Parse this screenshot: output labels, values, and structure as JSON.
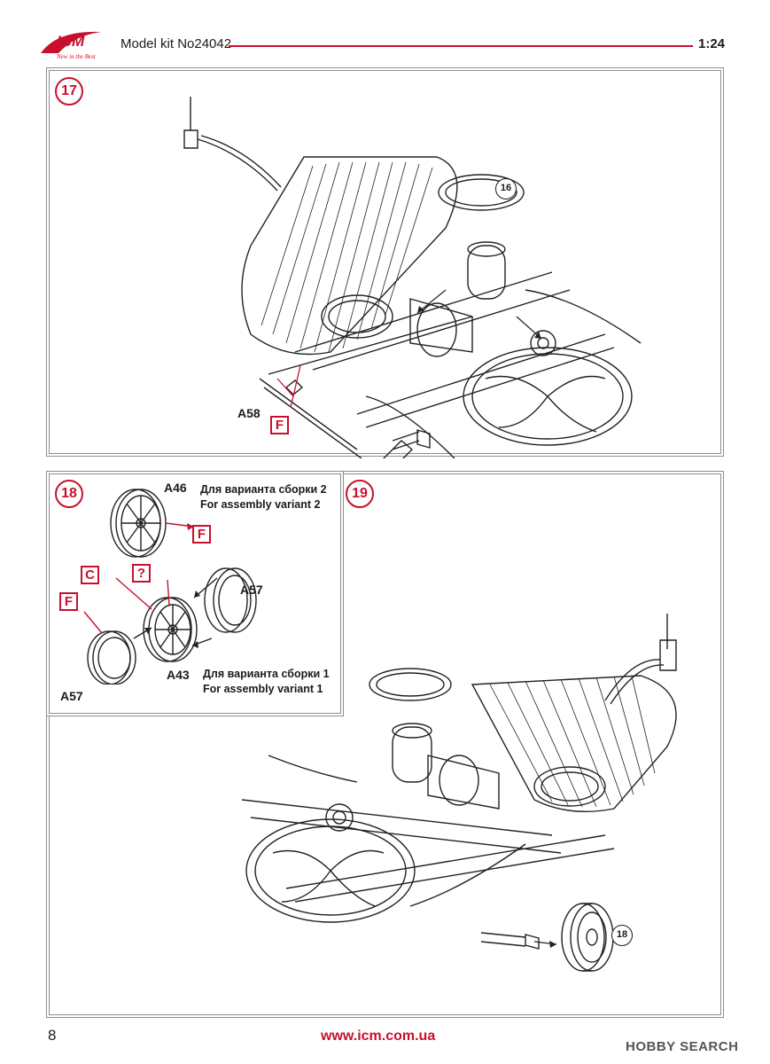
{
  "header": {
    "logo_text": "ICM",
    "logo_slogan": "New in the Best",
    "kit_title": "Model kit No24042",
    "scale": "1:24",
    "accent_color": "#c8102e"
  },
  "step17": {
    "number": "17",
    "ref": "16",
    "part_label": "A58",
    "glue_box": "F"
  },
  "step18": {
    "number": "18",
    "part_a46": "A46",
    "variant2_ru": "Для варианта сборки 2",
    "variant2_en": "For assembly variant 2",
    "box_f_top": "F",
    "box_c": "C",
    "box_q": "?",
    "box_f_left": "F",
    "part_a57_right": "A57",
    "part_a57_left": "A57",
    "part_a43": "A43",
    "variant1_ru": "Для варианта сборки 1",
    "variant1_en": "For assembly variant 1"
  },
  "step19": {
    "number": "19",
    "ref": "18"
  },
  "footer": {
    "page_number": "8",
    "website": "www.icm.com.ua",
    "watermark": "HOBBY SEARCH"
  }
}
